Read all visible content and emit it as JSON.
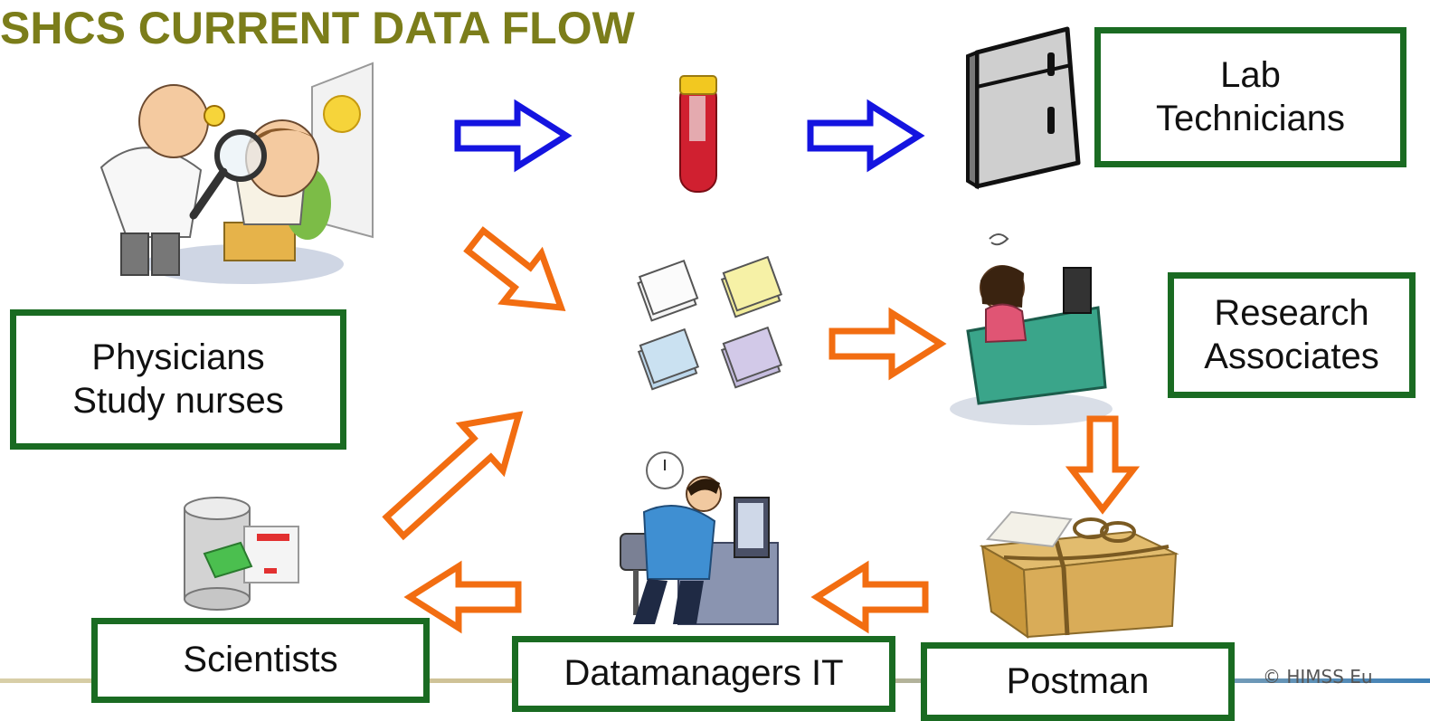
{
  "title": "SHCS CURRENT DATA FLOW",
  "roles": {
    "lab": [
      "Lab",
      "Technicians"
    ],
    "research": [
      "Research",
      "Associates"
    ],
    "physicians": [
      "Physicians",
      "Study nurses"
    ],
    "scientists": "Scientists",
    "datamanagers": "Datamanagers IT",
    "postman": "Postman"
  },
  "copyright": "© HIMSS Eu",
  "colors": {
    "title": "#7b7d1a",
    "box_border": "#1a6b22",
    "arrow_blue": "#1414e0",
    "arrow_orange": "#f26d11",
    "rule_left": "#c8b98a",
    "rule_right": "#3d7fb5"
  },
  "icons": [
    "doctor-examining-patient-icon",
    "blood-tube-icon",
    "refrigerator-icon",
    "paper-forms-icon",
    "research-associate-at-desk-icon",
    "database-export-icon",
    "datamanager-at-computer-icon",
    "parcel-package-icon"
  ]
}
